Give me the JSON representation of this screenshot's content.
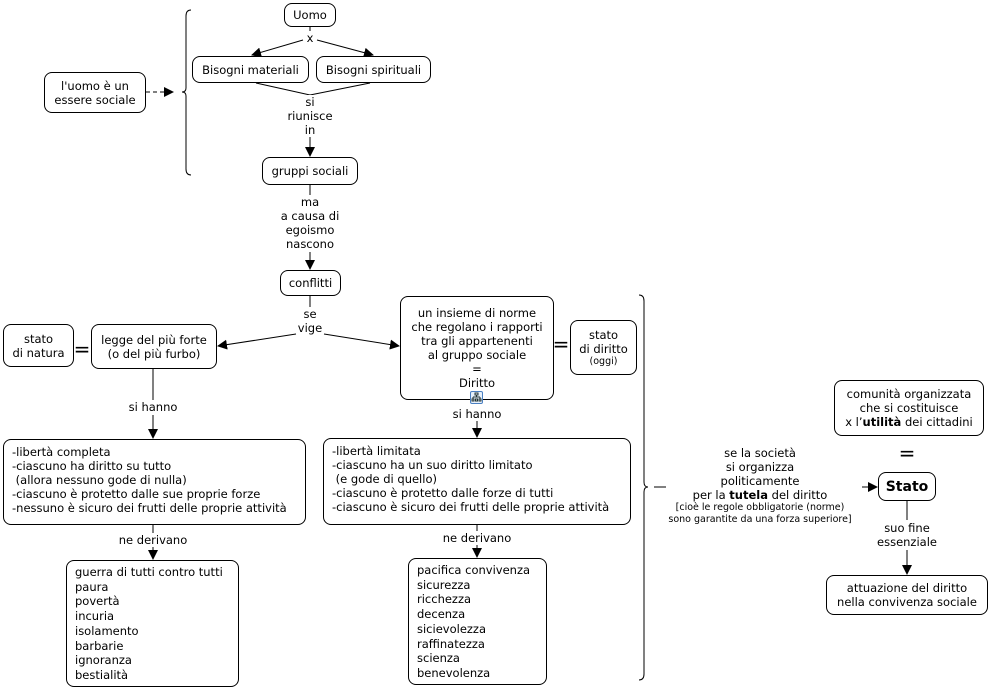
{
  "nodes": {
    "uomo": "Uomo",
    "bisogni_materiali": "Bisogni materiali",
    "bisogni_spirituali": "Bisogni spirituali",
    "essere_sociale": "l'uomo è un\nessere sociale",
    "gruppi_sociali": "gruppi sociali",
    "conflitti": "conflitti",
    "stato_natura": "stato\ndi natura",
    "legge_forte": "legge del più forte\n(o del più furbo)",
    "diritto": "un insieme di norme\nche regolano i rapporti\ntra gli appartenenti\nal gruppo sociale\n=\nDiritto",
    "stato_diritto": "stato\ndi diritto",
    "stato_diritto_note": "(oggi)",
    "lista_natura": "-libertà completa\n-ciascuno ha diritto su tutto\n (allora nessuno gode di nulla)\n-ciascuno è protetto dalle sue proprie forze\n-nessuno è sicuro dei frutti delle proprie attività",
    "lista_diritto": "-libertà limitata\n-ciascuno ha un suo diritto limitato\n (e gode di quello)\n-ciascuno è protetto dalle forze di tutti\n-ciascuno è sicuro dei frutti delle proprie attività",
    "conseguenze_natura": "guerra di tutti contro tutti\npaura\npovertà\nincuria\nisolamento\nbarbarie\nignoranza\nbestialità",
    "conseguenze_diritto": "pacifica convivenza\nsicurezza\nricchezza\ndecenza\nsicievolezza\nraffinatezza\nscienza\nbenevolenza",
    "comunita_pre": "comunità organizzata\nche si costituisce\nx l’",
    "comunita_bold": "utilità",
    "comunita_post": " dei cittadini",
    "stato": "Stato",
    "attuazione": "attuazione del diritto\nnella convivenza sociale"
  },
  "links": {
    "x": "x",
    "si_riunisce": "si\nriunisce\nin",
    "ma_causa": "ma\na causa di\negoismo\nnascono",
    "se_vige": "se\nvige",
    "si_hanno_1": "si hanno",
    "si_hanno_2": "si hanno",
    "ne_derivano_1": "ne derivano",
    "ne_derivano_2": "ne derivano",
    "societa_pre": "se la società\nsi organizza\npoliticamente\nper la ",
    "societa_bold": "tutela",
    "societa_post": " del diritto",
    "societa_note": "[cioè le regole obbligatorie (norme)\nsono garantite da una forza superiore]",
    "suo_fine": "suo fine\nessenziale",
    "equals": "="
  },
  "icons": {
    "submap": "concept-map-icon"
  }
}
